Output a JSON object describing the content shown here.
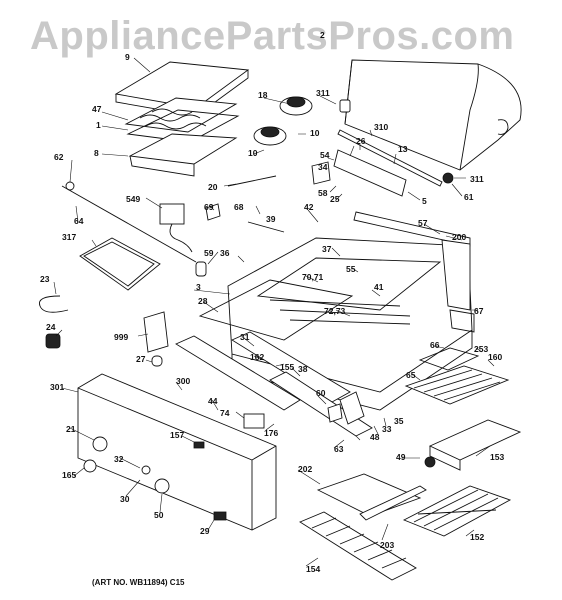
{
  "watermark": "AppliancePartsPros.com",
  "art_number": "(ART NO. WB11894) C15",
  "callouts": [
    "2",
    "9",
    "47",
    "1",
    "8",
    "18",
    "311",
    "10",
    "310",
    "26",
    "13",
    "54",
    "34",
    "62",
    "20",
    "10",
    "58",
    "25",
    "5",
    "311",
    "61",
    "549",
    "69",
    "68",
    "42",
    "57",
    "200",
    "39",
    "64",
    "317",
    "37",
    "36",
    "59",
    "70,71",
    "55",
    "23",
    "3",
    "41",
    "28",
    "24",
    "72,73",
    "67",
    "999",
    "31",
    "162",
    "66",
    "253",
    "160",
    "27",
    "155",
    "65",
    "301",
    "300",
    "44",
    "38",
    "74",
    "60",
    "33",
    "35",
    "48",
    "176",
    "21",
    "157",
    "63",
    "49",
    "153",
    "32",
    "165",
    "202",
    "30",
    "50",
    "29",
    "203",
    "152",
    "154"
  ]
}
